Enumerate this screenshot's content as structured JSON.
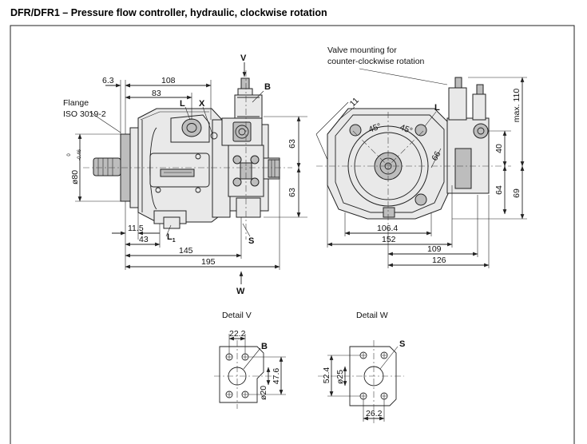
{
  "title": "DFR/DFR1 – Pressure flow controller, hydraulic, clockwise rotation",
  "labels": {
    "flange_line1": "Flange",
    "flange_line2": "ISO 3019-2",
    "valve_mounting_line1": "Valve mounting for",
    "valve_mounting_line2": "counter-clockwise rotation",
    "port_v": "V",
    "port_b": "B",
    "port_l": "L",
    "port_x": "X",
    "port_l1": "L",
    "port_l1_sub": "1",
    "port_s": "S",
    "port_w": "W",
    "detail_v": "Detail V",
    "detail_w": "Detail W",
    "detail_v_port": "B",
    "detail_w_port": "S"
  },
  "dimensions": {
    "d_6_3": "6.3",
    "d_108": "108",
    "d_83": "83",
    "d_63a": "63",
    "d_63b": "63",
    "d_80": "ø80",
    "d_80_tol_upper": "0",
    "d_80_tol_lower": "-0.46",
    "d_11_5": "11.5",
    "d_43": "43",
    "d_145": "145",
    "d_195": "195",
    "d_11": "11",
    "d_45a": "45°",
    "d_45b": "45°",
    "d_66": "66",
    "d_max110": "max. 110",
    "d_40": "40",
    "d_64": "64",
    "d_69": "69",
    "d_106_4": "106.4",
    "d_152": "152",
    "d_109": "109",
    "d_126": "126",
    "d_22_2": "22.2",
    "d_47_6": "47.6",
    "d_20": "ø20",
    "d_52_4": "52.4",
    "d_25": "ø25",
    "d_26_2": "26.2"
  }
}
